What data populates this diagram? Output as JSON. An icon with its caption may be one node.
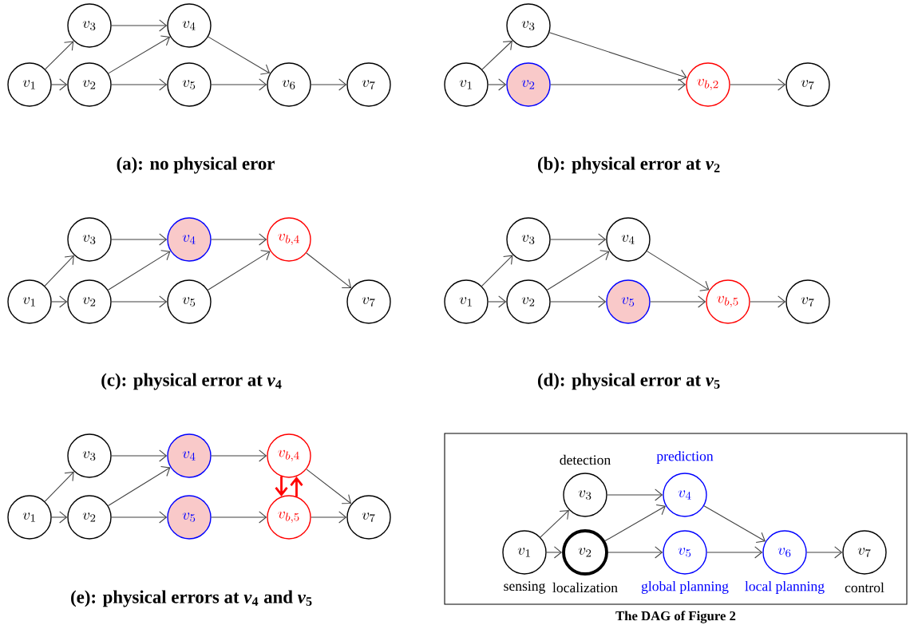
{
  "diagram": {
    "nodes": [
      {
        "text": [
          "v_{1}"
        ]
      },
      {
        "text": [
          "v_{3}"
        ]
      },
      {
        "text": [
          "v_{2}"
        ]
      },
      {
        "text": [
          "v_{4}"
        ]
      },
      {
        "text": [
          "v_{5}"
        ]
      },
      {
        "text": [
          "v_{6}"
        ]
      },
      {
        "text": [
          "v_{7}"
        ]
      },
      {
        "text": [
          "v_{1}"
        ]
      },
      {
        "text": [
          "v_{3}"
        ]
      },
      {
        "text": [
          "v_{2}"
        ]
      },
      {
        "text": [
          "v_{b,2}"
        ]
      },
      {
        "text": [
          "v_{7}"
        ]
      },
      {
        "text": [
          "v_{1}"
        ]
      },
      {
        "text": [
          "v_{3}"
        ]
      },
      {
        "text": [
          "v_{2}"
        ]
      },
      {
        "text": [
          "v_{4}"
        ]
      },
      {
        "text": [
          "v_{5}"
        ]
      },
      {
        "text": [
          "v_{b,4}"
        ]
      },
      {
        "text": [
          "v_{7}"
        ]
      },
      {
        "text": [
          "v_{1}"
        ]
      },
      {
        "text": [
          "v_{3}"
        ]
      },
      {
        "text": [
          "v_{2}"
        ]
      },
      {
        "text": [
          "v_{4}"
        ]
      },
      {
        "text": [
          "v_{5}"
        ]
      },
      {
        "text": [
          "v_{b,5}"
        ]
      },
      {
        "text": [
          "v_{7}"
        ]
      },
      {
        "text": [
          "v_{1}"
        ]
      },
      {
        "text": [
          "v_{3}"
        ]
      },
      {
        "text": [
          "v_{2}"
        ]
      },
      {
        "text": [
          "v_{4}"
        ]
      },
      {
        "text": [
          "v_{5}"
        ]
      },
      {
        "text": [
          "v_{b,4}"
        ]
      },
      {
        "text": [
          "v_{b,5}"
        ]
      },
      {
        "text": [
          "v_{7}"
        ]
      },
      {
        "text": [
          "The DAG of Figure 2"
        ]
      },
      {
        "text": [
          "v_{1}"
        ],
        "beside": [
          "sensing"
        ],
        "in": 34
      },
      {
        "text": [
          "v_{3}"
        ],
        "beside": [
          "detection"
        ],
        "in": 34
      },
      {
        "text": [
          "v_{2}"
        ],
        "beside": [
          "localization"
        ],
        "in": 34
      },
      {
        "text": [
          "v_{4}"
        ],
        "beside": [
          "prediction"
        ],
        "in": 34
      },
      {
        "text": [
          "v_{5}"
        ],
        "beside": [
          "global planning"
        ],
        "in": 34
      },
      {
        "text": [
          "v_{6}"
        ],
        "beside": [
          "local planning"
        ],
        "in": 34
      },
      {
        "text": [
          "v_{7}"
        ],
        "beside": [
          "control"
        ],
        "in": 34
      }
    ],
    "edges": [
      {
        "from": 0,
        "to": 1,
        "arrow": "to"
      },
      {
        "from": 0,
        "to": 2,
        "arrow": "to"
      },
      {
        "from": 1,
        "to": 3,
        "arrow": "to"
      },
      {
        "from": 2,
        "to": 3,
        "arrow": "to"
      },
      {
        "from": 2,
        "to": 4,
        "arrow": "to"
      },
      {
        "from": 3,
        "to": 5,
        "arrow": "to"
      },
      {
        "from": 4,
        "to": 5,
        "arrow": "to"
      },
      {
        "from": 5,
        "to": 6,
        "arrow": "to"
      },
      {
        "from": 7,
        "to": 8,
        "arrow": "to"
      },
      {
        "from": 7,
        "to": 9,
        "arrow": "to"
      },
      {
        "from": 8,
        "to": 10,
        "arrow": "to"
      },
      {
        "from": 9,
        "to": 10,
        "arrow": "to"
      },
      {
        "from": 10,
        "to": 11,
        "arrow": "to"
      },
      {
        "from": 12,
        "to": 13,
        "arrow": "to"
      },
      {
        "from": 12,
        "to": 14,
        "arrow": "to"
      },
      {
        "from": 13,
        "to": 15,
        "arrow": "to"
      },
      {
        "from": 14,
        "to": 15,
        "arrow": "to"
      },
      {
        "from": 14,
        "to": 16,
        "arrow": "to"
      },
      {
        "from": 15,
        "to": 17,
        "arrow": "to"
      },
      {
        "from": 16,
        "to": 17,
        "arrow": "to"
      },
      {
        "from": 17,
        "to": 18,
        "arrow": "to"
      },
      {
        "from": 19,
        "to": 20,
        "arrow": "to"
      },
      {
        "from": 19,
        "to": 21,
        "arrow": "to"
      },
      {
        "from": 20,
        "to": 22,
        "arrow": "to"
      },
      {
        "from": 21,
        "to": 22,
        "arrow": "to"
      },
      {
        "from": 21,
        "to": 23,
        "arrow": "to"
      },
      {
        "from": 22,
        "to": 24,
        "arrow": "to"
      },
      {
        "from": 23,
        "to": 24,
        "arrow": "to"
      },
      {
        "from": 24,
        "to": 25,
        "arrow": "to"
      },
      {
        "from": 26,
        "to": 27,
        "arrow": "to"
      },
      {
        "from": 26,
        "to": 28,
        "arrow": "to"
      },
      {
        "from": 27,
        "to": 29,
        "arrow": "to"
      },
      {
        "from": 28,
        "to": 29,
        "arrow": "to"
      },
      {
        "from": 28,
        "to": 30,
        "arrow": "to"
      },
      {
        "from": 29,
        "to": 31,
        "arrow": "to"
      },
      {
        "from": 30,
        "to": 32,
        "arrow": "to"
      },
      {
        "from": 31,
        "to": 32,
        "arrow": "to",
        "style": "thick",
        "color": "#ff0000"
      },
      {
        "from": 32,
        "to": 31,
        "arrow": "to",
        "style": "thick",
        "color": "#ff0000"
      },
      {
        "from": 31,
        "to": 33,
        "arrow": "to"
      },
      {
        "from": 32,
        "to": 33,
        "arrow": "to"
      },
      {
        "from": 35,
        "to": 36,
        "arrow": "to"
      },
      {
        "from": 35,
        "to": 37,
        "arrow": "to"
      },
      {
        "from": 36,
        "to": 38,
        "arrow": "to"
      },
      {
        "from": 37,
        "to": 38,
        "arrow": "to"
      },
      {
        "from": 37,
        "to": 39,
        "arrow": "to"
      },
      {
        "from": 38,
        "to": 40,
        "arrow": "to"
      },
      {
        "from": 39,
        "to": 40,
        "arrow": "to"
      },
      {
        "from": 40,
        "to": 41,
        "arrow": "to"
      }
    ],
    "labels": [
      "(a): no physical eror",
      "(b): physical error at *v*$_{2}$",
      "(c): physical error at *v*$_{4}$",
      "(d): physical error at *v*$_{5}$",
      "(e): physical errors at *v*$_{4}$ and *v*$_{5}$"
    ]
  }
}
